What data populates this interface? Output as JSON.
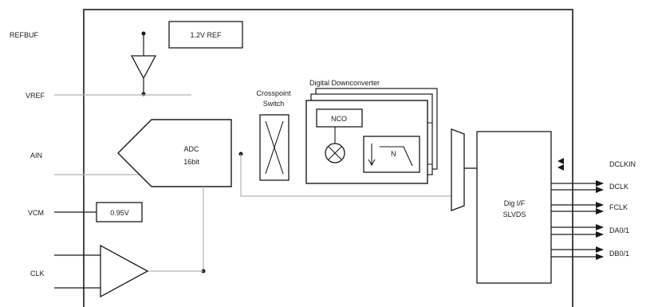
{
  "pins_left": {
    "refbuf": "REFBUF",
    "vref": "VREF",
    "ain": "AIN",
    "vcm": "VCM",
    "clk": "CLK"
  },
  "pins_right": {
    "dclkin": "DCLKIN",
    "dclk": "DCLK",
    "fclk": "FCLK",
    "da": "DA0/1",
    "db": "DB0/1"
  },
  "blocks": {
    "ref": "1.2V REF",
    "adc_line1": "ADC",
    "adc_line2": "16bit",
    "crosspoint_line1": "Crosspoint",
    "crosspoint_line2": "Switch",
    "ddc_title": "Digital Downconverter",
    "nco": "NCO",
    "decim": "N",
    "vcm_value": "0.95V",
    "if_line1": "Dig I/F",
    "if_line2": "SLVDS"
  }
}
